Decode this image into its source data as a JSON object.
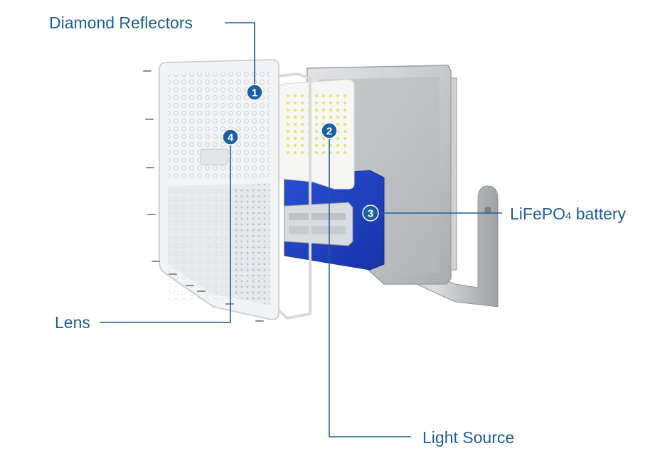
{
  "callouts": [
    {
      "number": "1",
      "label": "Diamond Reflectors"
    },
    {
      "number": "2",
      "label": "Light Source"
    },
    {
      "number": "3",
      "label_main": "LiFePO",
      "label_sub": "4",
      "label_tail": " battery"
    },
    {
      "number": "4",
      "label": "Lens"
    }
  ],
  "colors": {
    "accent": "#1f5d9b",
    "badge": "#1b5fa6",
    "battery_blue": "#1f3fbf",
    "housing_gray": "#c9cbcc"
  }
}
